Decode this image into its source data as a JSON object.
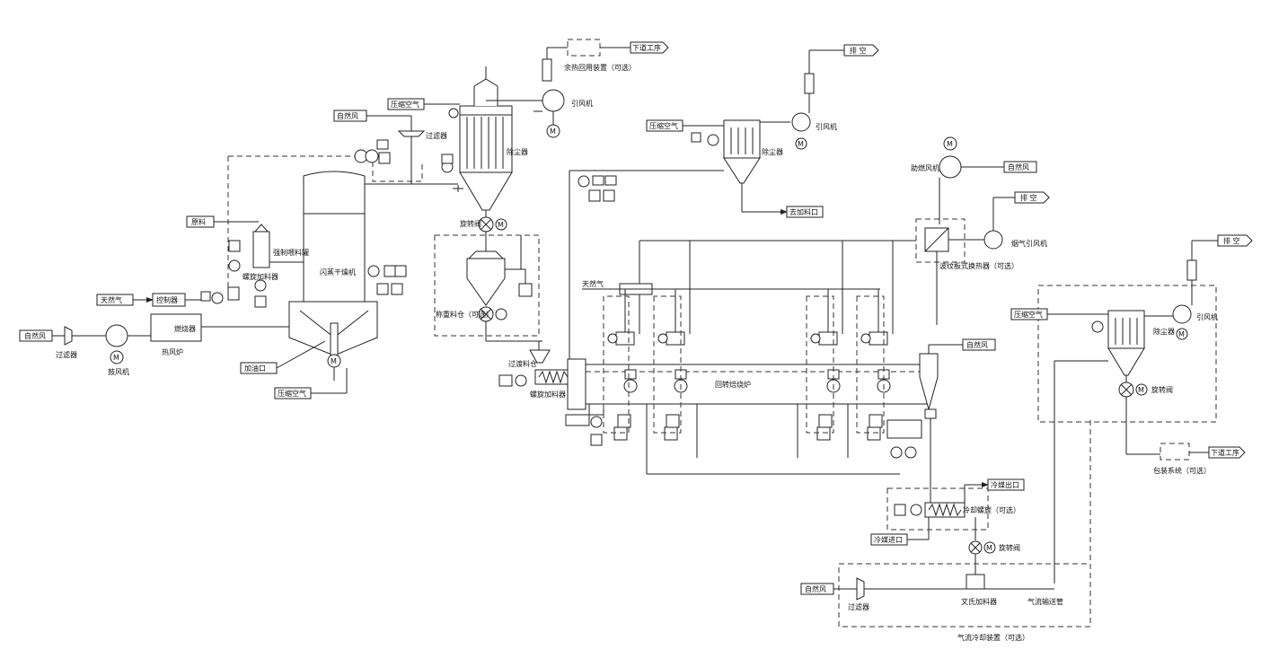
{
  "labels": {
    "natural_air_1": "自然风",
    "filter_1": "过滤器",
    "blower": "鼓风机",
    "natural_gas_1": "天然气",
    "controller": "控制器",
    "burner": "燃烧器",
    "hot_air_furnace": "热风炉",
    "raw_material": "原料",
    "forced_feed_tank": "强制喂料罐",
    "screw_feeder_1": "螺旋加料器",
    "flash_dryer": "闪蒸干燥机",
    "feed_port": "加油口",
    "compressed_air_1": "压缩空气",
    "natural_air_2": "自然风",
    "filter_2": "过滤器",
    "compressed_air_2": "压缩空气",
    "dust_collector_1": "除尘器",
    "rotary_valve_1": "旋转阀",
    "weigh_bin": "称重料仓（可选）",
    "waste_heat": "余热回用装置（可选）",
    "next_process_1": "下道工序",
    "induced_fan_1": "引风机",
    "filter_bin": "过渡料仓",
    "screw_feeder_2": "螺旋加料器",
    "compressed_air_3": "压缩空气",
    "dust_collector_2": "除尘器",
    "exhaust_1": "排  空",
    "induced_fan_2": "引风机",
    "return_feed": "去加料口",
    "combustion_fan": "助燃风机",
    "natural_air_3": "自然风",
    "exhaust_2": "排  空",
    "plate_hx": "波纹板式换热器（可选）",
    "flue_fan": "烟气引风机",
    "natural_gas_2": "天然气",
    "rotary_kiln": "回转焙烧炉",
    "natural_air_4": "自然风",
    "exhaust_3": "排  空",
    "compressed_air_4": "压缩空气",
    "induced_fan_3": "引风机",
    "dust_collector_3": "除尘器",
    "rotary_valve_2": "旋转阀",
    "packaging": "包装系统（可选）",
    "next_process_2": "下道工序",
    "cooling_water_out": "冷媒出口",
    "cooling_screw": "冷却螺旋（可选）",
    "cooling_water_in": "冷媒进口",
    "rotary_valve_3": "旋转阀",
    "natural_air_5": "自然风",
    "filter_3": "过滤器",
    "venturi": "文氏加料器",
    "pneumatic_pipe": "气流输送管",
    "air_cooling": "气流冷却装置（可选）"
  },
  "colors": {
    "line": "#222222",
    "bg": "#ffffff"
  }
}
